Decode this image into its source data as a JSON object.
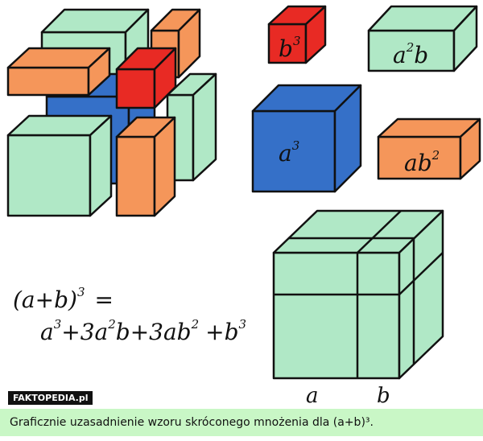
{
  "labels": {
    "b3_base": "b",
    "b3_exp": "3",
    "a2b_a": "a",
    "a2b_exp": "2",
    "a2b_b": "b",
    "a3_base": "a",
    "a3_exp": "3",
    "ab2_ab": "ab",
    "ab2_exp": "2",
    "side_a": "a",
    "side_b": "b"
  },
  "formula": {
    "lhs": "(a+b)",
    "lhs_exp": "3",
    "eq": "=",
    "t1": "a",
    "t1_exp": "3",
    "t2": "+3a",
    "t2_exp": "2",
    "t3": "b+3ab",
    "t3_exp": "2",
    "t4": "+b",
    "t4_exp": "3"
  },
  "watermark": "FAKTOPEDIA.pl",
  "caption": "Graficznie uzasadnienie wzoru skróconego mnożenia dla (a+b)³.",
  "colors": {
    "green": "#b0e8c6",
    "orange": "#f5965a",
    "red": "#e82a24",
    "blue": "#3570c8",
    "caption_bg": "#c9f7c6"
  }
}
